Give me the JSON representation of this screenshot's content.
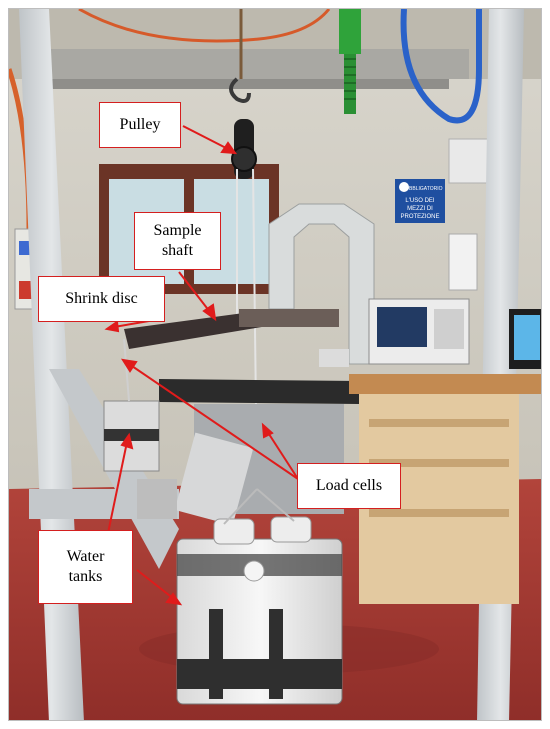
{
  "figure": {
    "labels": {
      "pulley": "Pulley",
      "sample_shaft_line1": "Sample",
      "sample_shaft_line2": "shaft",
      "shrink_disc": "Shrink disc",
      "load_cells": "Load cells",
      "water_tanks_line1": "Water",
      "water_tanks_line2": "tanks"
    },
    "sign": {
      "line1": "E' OBBLIGATORIO",
      "line2": "L'USO DEI",
      "line3": "MEZZI DI",
      "line4": "PROTEZIONE"
    },
    "colors": {
      "callout_border": "#d41f1f",
      "arrow": "#e01b1b",
      "floor": "#a93a33",
      "frame": "#cfd3d6",
      "sign_blue": "#1f4fa0"
    }
  }
}
